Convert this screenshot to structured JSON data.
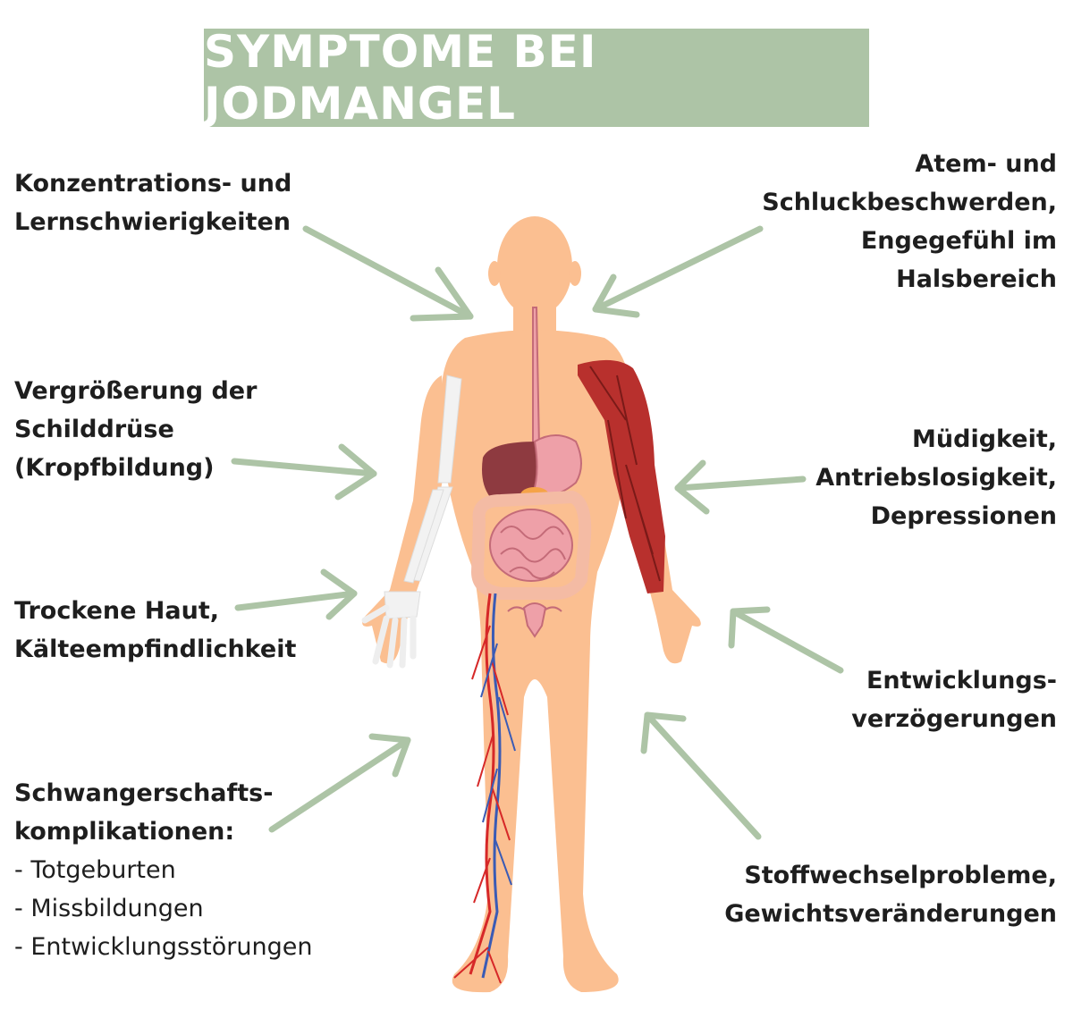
{
  "title": "SYMPTOME BEI JODMANGEL",
  "colors": {
    "banner": "#adc4a6",
    "arrow": "#adc4a6",
    "skin": "#fbbf91",
    "bone": "#f2f2f2",
    "muscle": "#b8302d",
    "organ_pink": "#eea0a8",
    "liver": "#8e3a40",
    "artery": "#d62828",
    "vein": "#3a5bb5"
  },
  "symptoms_left": [
    {
      "lines": [
        "Konzentrations- und",
        "Lernschwierigkeiten"
      ]
    },
    {
      "lines": [
        "Vergrößerung der",
        "Schilddrüse",
        "(Kropfbildung)"
      ]
    },
    {
      "lines": [
        "Trockene Haut,",
        "Kälteempfindlichkeit"
      ]
    },
    {
      "lines": [
        "Schwangerschafts-",
        "komplikationen:"
      ],
      "sub_items": [
        "- Totgeburten",
        "- Missbildungen",
        "- Entwicklungsstörungen"
      ]
    }
  ],
  "symptoms_right": [
    {
      "lines": [
        "Atem- und",
        "Schluckbeschwerden,",
        "Engegefühl im",
        "Halsbereich"
      ]
    },
    {
      "lines": [
        "Müdigkeit,",
        "Antriebslosigkeit,",
        "Depressionen"
      ]
    },
    {
      "lines": [
        "Entwicklungs-",
        "verzögerungen"
      ]
    },
    {
      "lines": [
        "Stoffwechselprobleme,",
        "Gewichtsveränderungen"
      ]
    }
  ]
}
